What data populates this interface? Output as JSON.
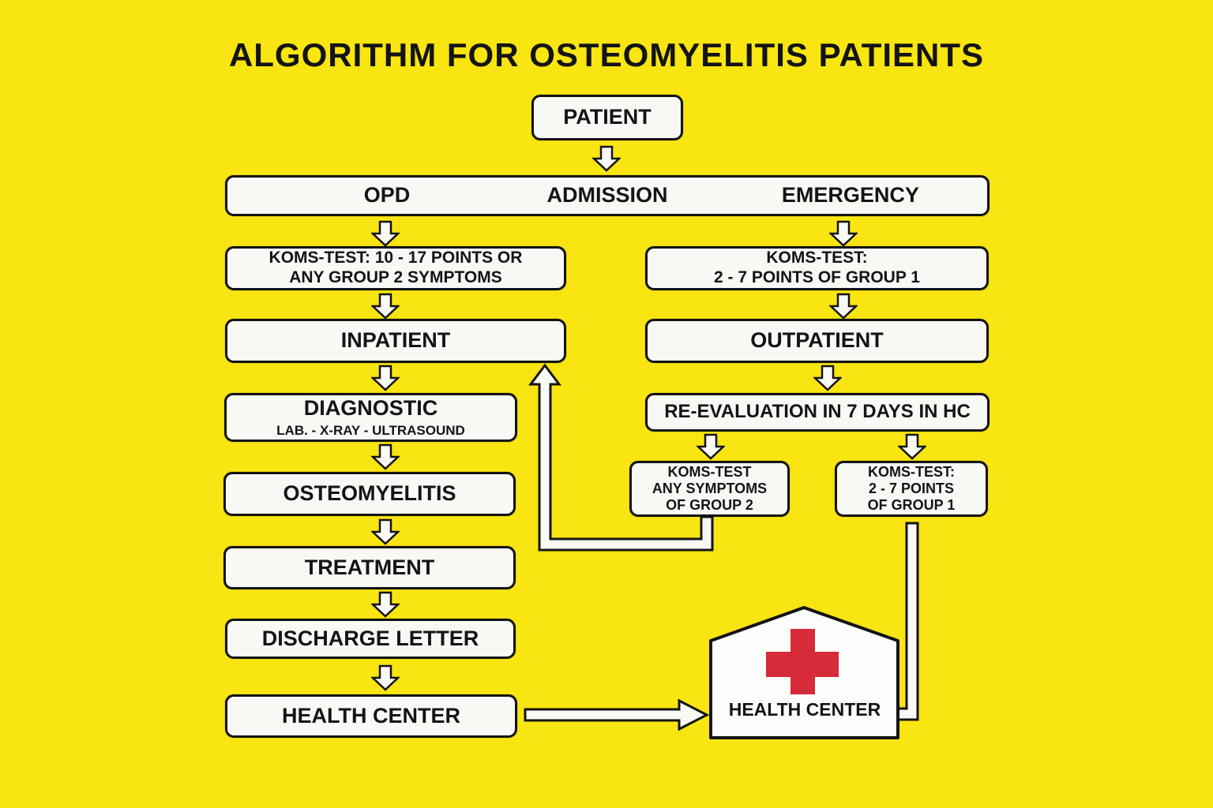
{
  "title": "ALGORITHM FOR OSTEOMYELITIS PATIENTS",
  "colors": {
    "background": "#F9E511",
    "box_fill": "#F8F8F5",
    "line": "#141414",
    "cross_red": "#D62B39"
  },
  "flow": {
    "patient": "PATIENT",
    "entry": {
      "opd": "OPD",
      "admission": "ADMISSION",
      "emergency": "EMERGENCY"
    },
    "koms_inpatient": {
      "line1": "KOMS-TEST: 10 - 17 POINTS OR",
      "line2": "ANY GROUP 2 SYMPTOMS"
    },
    "koms_outpatient": {
      "line1": "KOMS-TEST:",
      "line2": "2 - 7 POINTS OF GROUP 1"
    },
    "inpatient": "INPATIENT",
    "outpatient": "OUTPATIENT",
    "diagnostic": {
      "title": "DIAGNOSTIC",
      "subtitle": "LAB. - X-RAY - ULTRASOUND"
    },
    "reevaluation": "RE-EVALUATION IN 7 DAYS IN HC",
    "osteomyelitis": "OSTEOMYELITIS",
    "koms_group2": {
      "line1": "KOMS-TEST",
      "line2": "ANY SYMPTOMS",
      "line3": "OF GROUP 2"
    },
    "koms_group1": {
      "line1": "KOMS-TEST:",
      "line2": "2 - 7 POINTS",
      "line3": "OF GROUP 1"
    },
    "treatment": "TREATMENT",
    "discharge_letter": "DISCHARGE LETTER",
    "health_center": "HEALTH CENTER",
    "health_center_building": "HEALTH CENTER"
  }
}
